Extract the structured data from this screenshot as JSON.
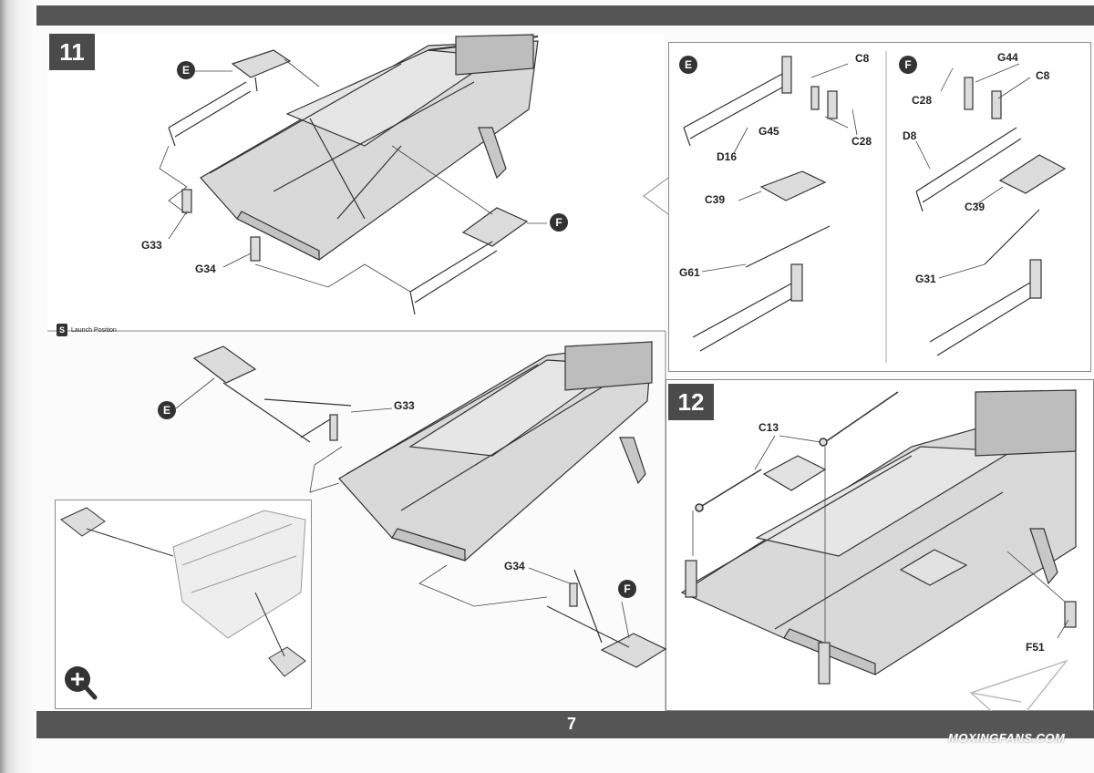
{
  "page": {
    "number": "7",
    "watermark": "MOXINGFANS.COM"
  },
  "steps": [
    {
      "number": "11"
    },
    {
      "number": "12"
    }
  ],
  "launch_position": {
    "icon": "S",
    "label": "Launch Position"
  },
  "zoom_icon": "magnify-plus-icon",
  "labels": {
    "E": "E",
    "F": "F",
    "G33": "G33",
    "G34": "G34",
    "C8": "C8",
    "C28": "C28",
    "G44": "G44",
    "G45": "G45",
    "D16": "D16",
    "D8": "D8",
    "C39": "C39",
    "G61": "G61",
    "G31": "G31",
    "C13": "C13",
    "F51": "F51"
  },
  "colors": {
    "part_fill": "#d8d8d8",
    "bar": "#555555",
    "step_box": "#4a4a4a"
  }
}
